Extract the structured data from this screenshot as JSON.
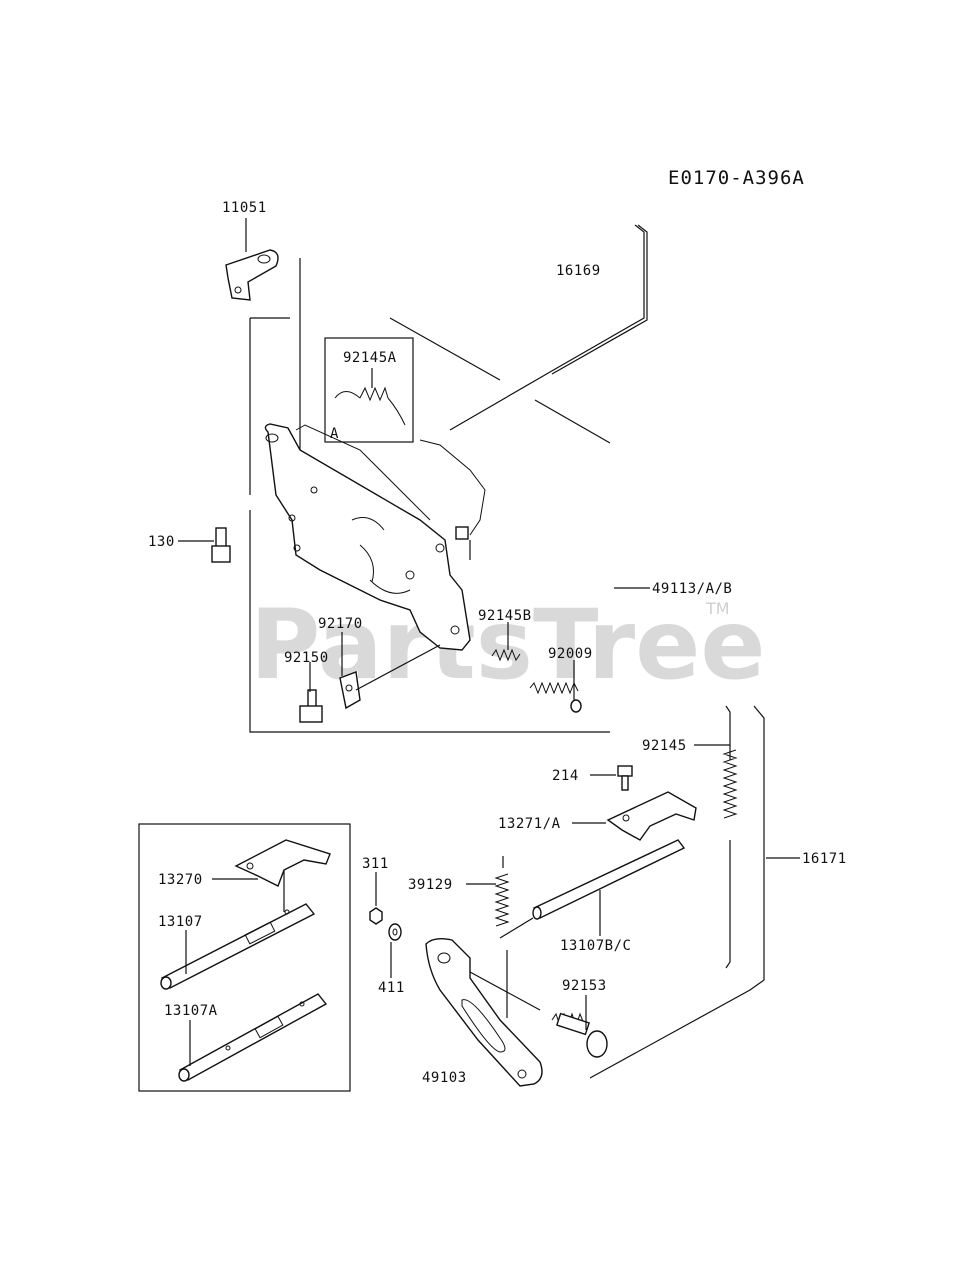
{
  "diagram_code": "E0170-A396A",
  "watermark": {
    "text": "PartsTree",
    "mark": "TM"
  },
  "inset_label": "A",
  "parts": {
    "p11051": "11051",
    "p16169": "16169",
    "p92145A": "92145A",
    "p130": "130",
    "p49113": "49113/A/B",
    "p92170": "92170",
    "p92145B": "92145B",
    "p92150": "92150",
    "p92009": "92009",
    "p92145": "92145",
    "p214": "214",
    "p13271": "13271/A",
    "p16171": "16171",
    "p311": "311",
    "p39129": "39129",
    "p13107BC": "13107B/C",
    "p411": "411",
    "p92153": "92153",
    "p49103": "49103",
    "p13270": "13270",
    "p13107": "13107",
    "p13107A": "13107A"
  }
}
